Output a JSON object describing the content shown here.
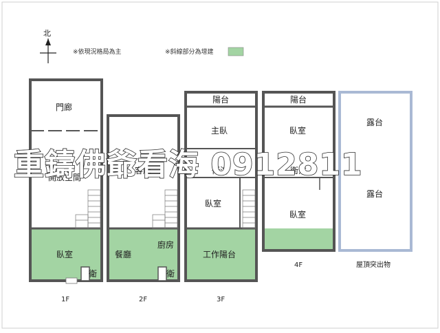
{
  "compass": {
    "label": "北"
  },
  "notes": {
    "layout_note": "※依現況格局為主",
    "extension_note": "※斜線部分為增建",
    "extension_color": "#a3d4a3"
  },
  "watermark": {
    "text": "重鑄佛爺看海 0912811"
  },
  "colors": {
    "wall": "#555555",
    "extension": "#a3d4a3",
    "roof_outline": "#a9b9d4",
    "border": "#cfcfcf"
  },
  "floors": {
    "f1": {
      "label": "1F",
      "rooms": {
        "porch": "門廊",
        "open_space": "開放空間",
        "bedroom": "臥室",
        "bath": "衛"
      }
    },
    "f2": {
      "label": "2F",
      "rooms": {
        "living": "客廳",
        "dining": "餐廳",
        "kitchen": "廚房",
        "bath": "衛"
      }
    },
    "f3": {
      "label": "3F",
      "rooms": {
        "balcony": "陽台",
        "master": "主臥",
        "bath": "衛浴",
        "bedroom": "臥室",
        "work_balcony": "工作陽台"
      }
    },
    "f4": {
      "label": "4F",
      "rooms": {
        "balcony": "陽台",
        "bedroom_top": "臥室",
        "bath": "衛浴",
        "bedroom_bottom": "臥室"
      }
    },
    "roof": {
      "label": "屋頂突出物",
      "rooms": {
        "terrace_top": "露台",
        "terrace_bottom": "露台"
      }
    }
  }
}
